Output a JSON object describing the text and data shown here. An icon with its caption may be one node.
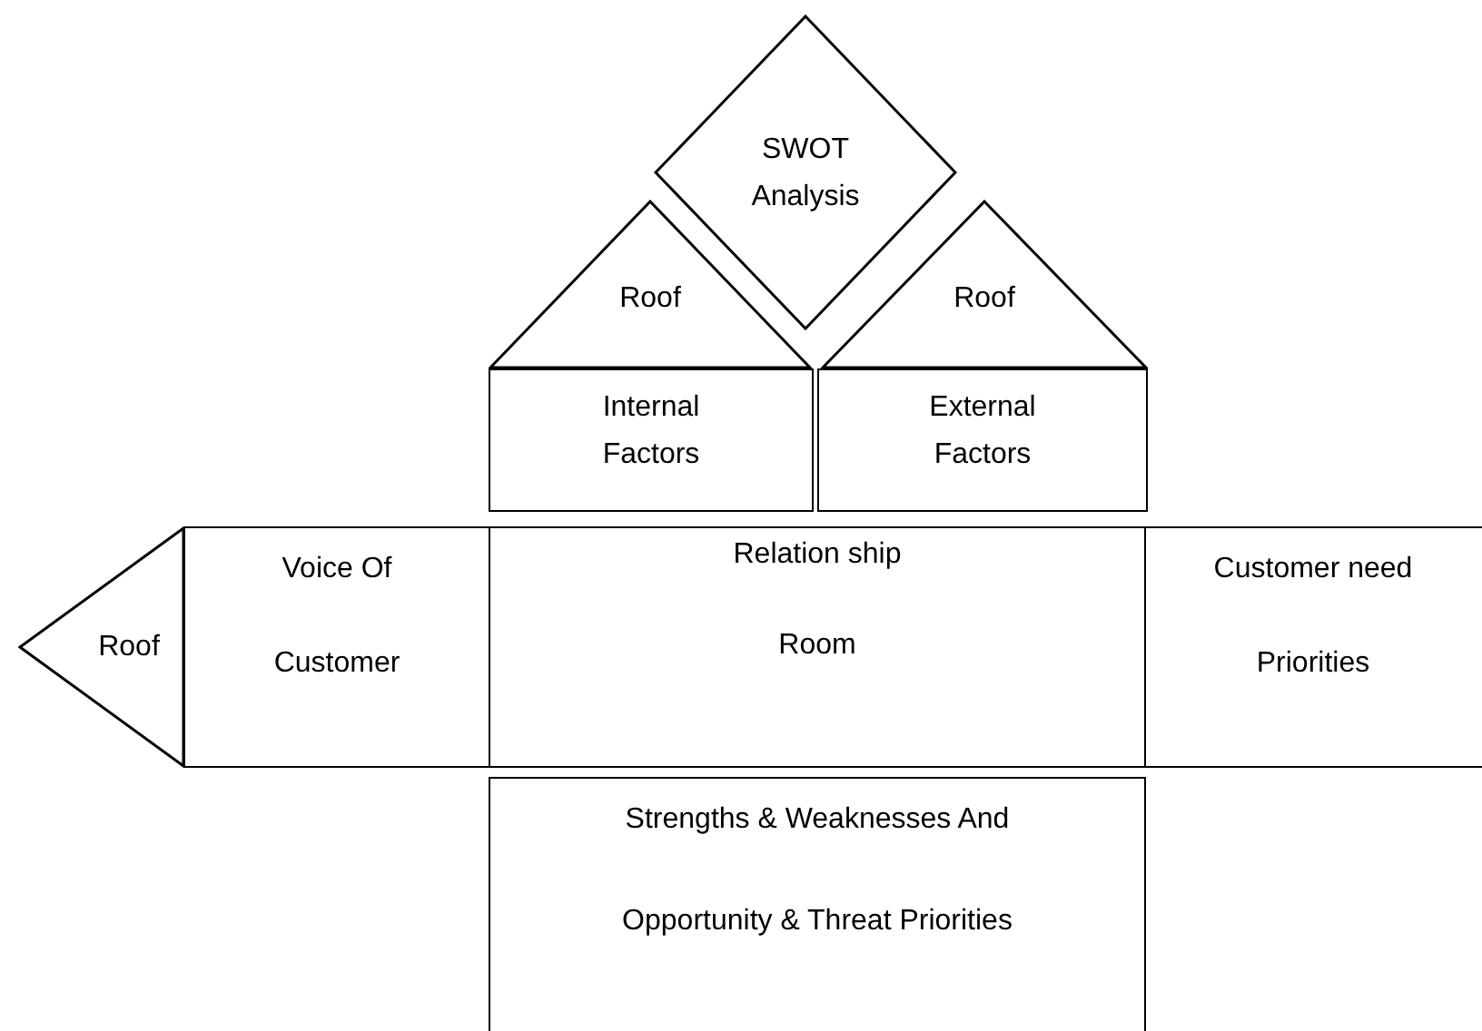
{
  "diagram": {
    "nodes": [
      {
        "text": [
          "SWOT Analysis"
        ]
      },
      {
        "text": [
          "Roof"
        ]
      },
      {
        "text": [
          "Internal Factors"
        ]
      },
      {
        "text": [
          "Roof"
        ]
      },
      {
        "text": [
          "External Factors"
        ]
      },
      {
        "text": [
          "Roof"
        ]
      },
      {
        "text": [
          "Voice Of",
          "Customer"
        ]
      },
      {
        "text": [
          "Relation ship",
          "Room"
        ]
      },
      {
        "text": [
          "Customer need",
          "Priorities"
        ]
      },
      {
        "text": [
          "Strengths & Weaknesses And",
          "Opportunity & Threat Priorities"
        ]
      }
    ]
  }
}
